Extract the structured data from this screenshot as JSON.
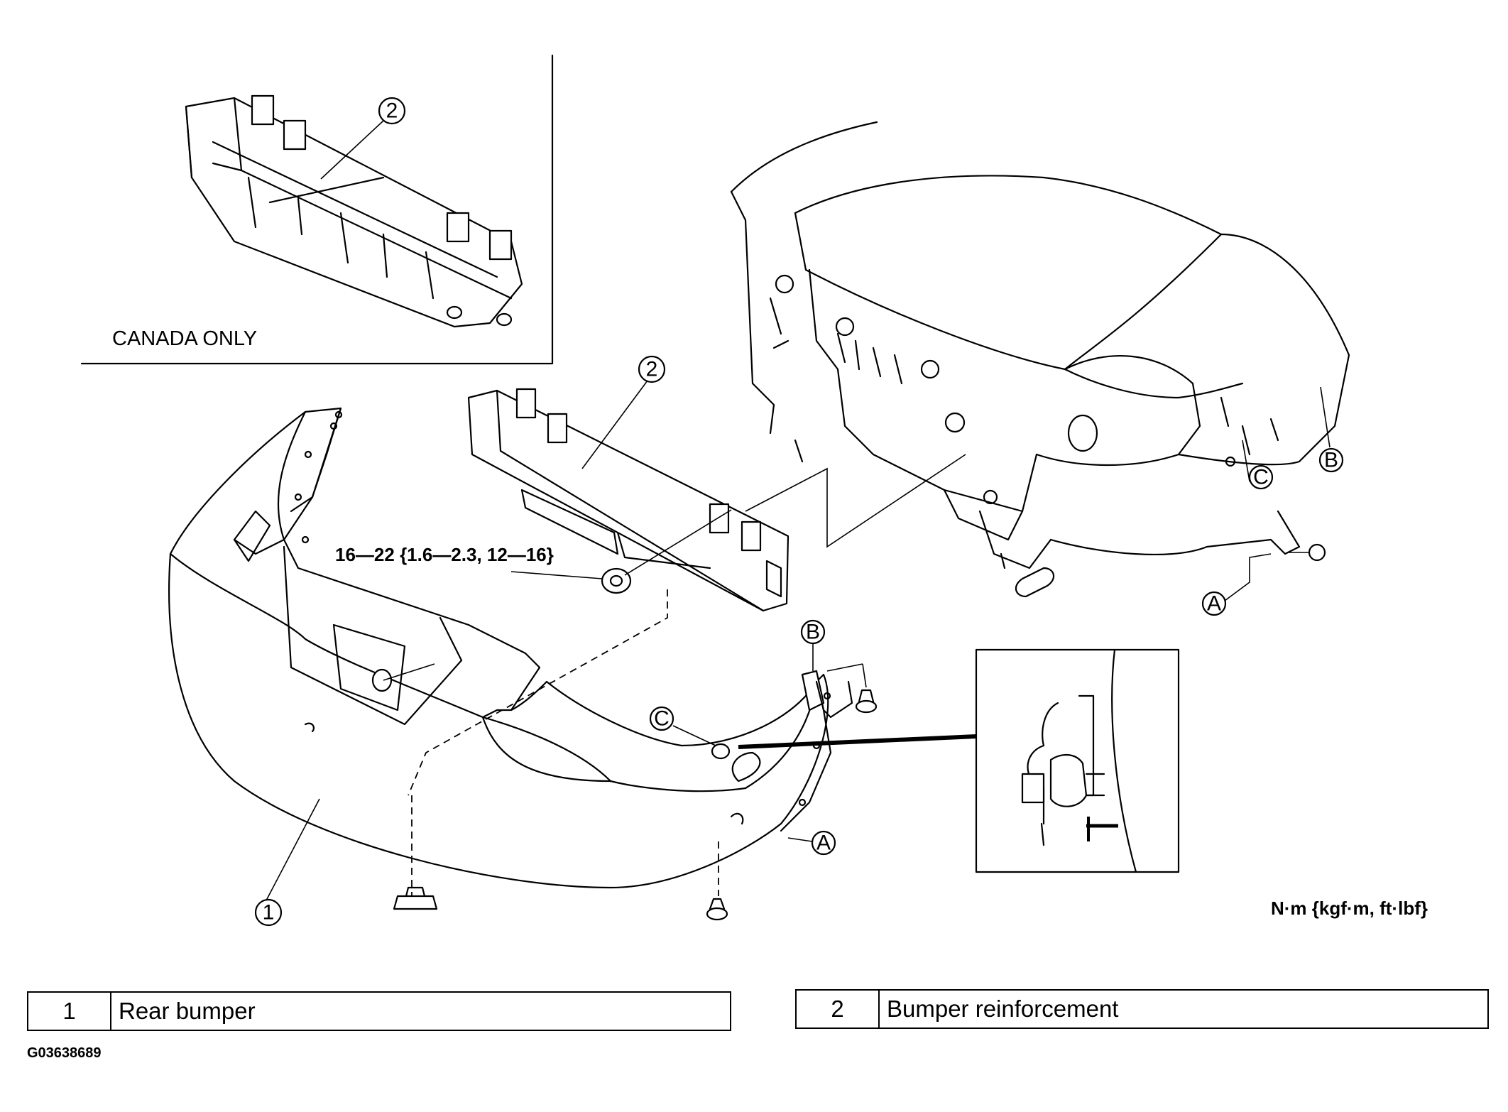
{
  "inset": {
    "caption": "CANADA ONLY"
  },
  "torque": {
    "spec": "16—22 {1.6—2.3, 12—16}",
    "units": "N·m {kgf·m, ft·lbf}"
  },
  "callouts": {
    "one": "1",
    "two": "2",
    "a": "A",
    "b": "B",
    "c": "C"
  },
  "legend": [
    {
      "num": "1",
      "name": "Rear bumper"
    },
    {
      "num": "2",
      "name": "Bumper reinforcement"
    }
  ],
  "figure_id": "G03638689"
}
